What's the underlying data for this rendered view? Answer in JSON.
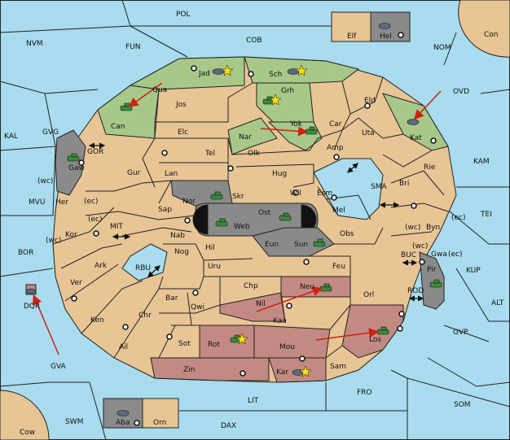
{
  "colors": {
    "sea": "#a8dcee",
    "land": "#e8c595",
    "green": "#a8c88a",
    "red": "#c28a82",
    "gray": "#8a8a8a",
    "border": "#222222",
    "arrow": "#d02010",
    "unit": "#3a8a3a",
    "fleet": "#5a6a80",
    "star": "#ffe000"
  },
  "sea_regions": {
    "pol": "POL",
    "cob": "COB",
    "nvm": "NVM",
    "fun": "FUN",
    "nom": "NOM",
    "con": "Con",
    "kal": "KAL",
    "gvg": "GVG",
    "ovd": "OVD",
    "kam": "KAM",
    "mvu": "MVU",
    "tei": "TEI",
    "bor": "BOR",
    "kup": "KUP",
    "alt": "ALT",
    "gvp": "GVP",
    "gva": "GVA",
    "fro": "FRO",
    "som": "SOM",
    "lit": "LIT",
    "swm": "SWM",
    "dax": "DAX",
    "cow": "Cow",
    "dqr": "DQR",
    "gor": "GOR",
    "mit": "MIT",
    "rbu": "RBU",
    "sma": "SMA",
    "buc": "BUC",
    "rod": "ROD"
  },
  "land_regions": {
    "elf": "Elf",
    "hel": "Hel",
    "jad": "Jad",
    "sch": "Sch",
    "qua": "Qua",
    "jos": "Jos",
    "can": "Can",
    "grh": "Grh",
    "ovd_eld": "Eld",
    "car": "Car",
    "yok": "Yok",
    "nar": "Nar",
    "elc": "Elc",
    "tel": "Tel",
    "olk": "Olk",
    "uta": "Uta",
    "kat": "Kat",
    "amp": "Amp",
    "gaw": "Gaw",
    "gur": "Gur",
    "lan": "Lan",
    "hug": "Hug",
    "rie": "Rie",
    "bri": "Bri",
    "wc1": "(wc)",
    "ec1": "(ec)",
    "her": "Her",
    "nor": "Nor",
    "skr": "Skr",
    "wil": "Wil",
    "esm": "Esm",
    "sap": "Sap",
    "ost": "Ost",
    "web": "Web",
    "mel": "Mel",
    "byn": "Byn",
    "wc2": "(wc)",
    "ec2": "(ec)",
    "ec3": "(ec)",
    "kor": "Kor",
    "nab": "Nab",
    "eun": "Eun",
    "sun": "Sun",
    "obs": "Obs",
    "wc3": "(wc)",
    "wc4": "(wc)",
    "gwa": "Gwa",
    "ec4": "(ec)",
    "ark": "Ark",
    "hil": "Hil",
    "nog": "Nog",
    "uru": "Uru",
    "feu": "Feu",
    "pir": "Pir",
    "ver": "Ver",
    "chp": "Chp",
    "neu": "Neu",
    "orl": "Orl",
    "bar": "Bar",
    "qwi": "Qwi",
    "nil": "Nil",
    "ken": "Ken",
    "chr": "Chr",
    "kaa": "Kaa",
    "los": "Los",
    "ail": "Ail",
    "rot": "Rot",
    "sot": "Sot",
    "mou": "Mou",
    "zin": "Zin",
    "kar": "Kar",
    "sam": "Sam",
    "aba": "Aba",
    "orn": "Orn"
  }
}
